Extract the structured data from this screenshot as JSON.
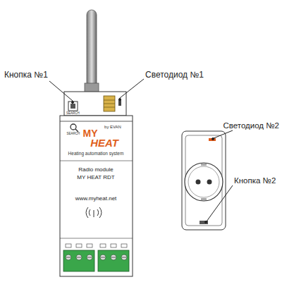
{
  "diagram": {
    "nodes": [
      {
        "text": [
          "MY",
          "HEAT",
          "by EVAN",
          "Heating automation system",
          "Radio module",
          "MY HEAT RDT",
          "www.myheat.net"
        ]
      }
    ],
    "labels": [
      "Кнопка №1",
      "Светодиод №1",
      "Светодиод №2",
      "Кнопка №2",
      "SEARCH",
      "SEARCH"
    ]
  }
}
